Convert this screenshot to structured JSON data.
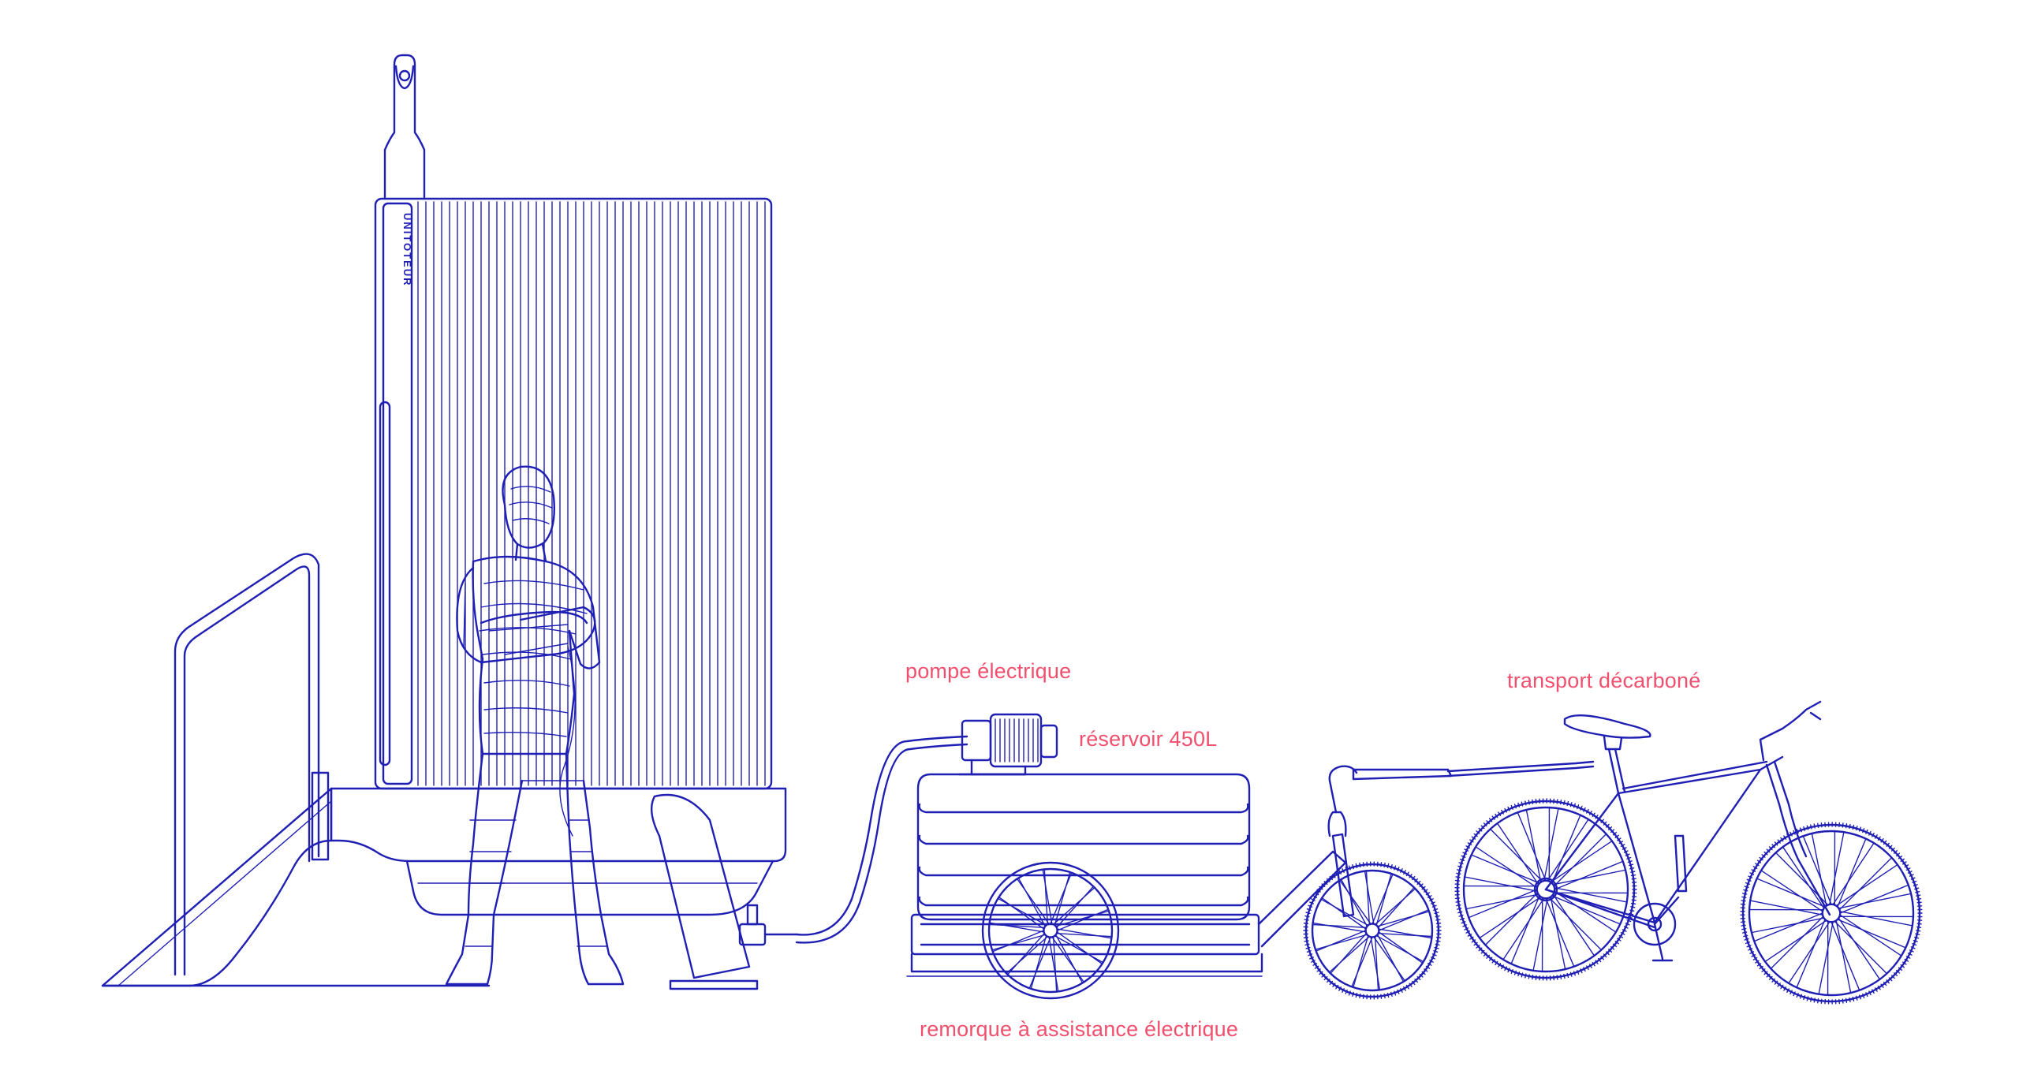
{
  "colors": {
    "drawing": "#1f1fb4",
    "label": "#f0506e",
    "background": "#ffffff"
  },
  "labels": {
    "pump": "pompe électrique",
    "tank": "réservoir 450L",
    "trailer": "remorque à assistance électrique",
    "transport": "transport décarboné"
  },
  "logo_text": "UNITOTEUR"
}
